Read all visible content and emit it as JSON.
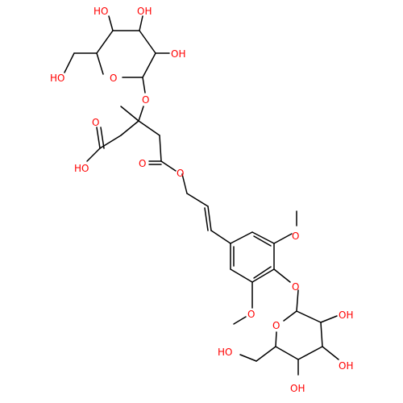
{
  "molecule": {
    "bond_color": "#000000",
    "heteroatom_color": "#ff0000",
    "labels": {
      "top_oh_1": "HO",
      "top_oh_2": "OH",
      "top_oh_3": "OH",
      "top_ring_o": "O",
      "top_hoch2": "HO",
      "glycosidic_o_top": "O",
      "acid_carbonyl_o": "O",
      "acid_ho": "HO",
      "ester_carbonyl_o": "O",
      "ester_o": "O",
      "methoxy_o_upper": "O",
      "aryl_glycosidic_o": "O",
      "methoxy_o_lower": "O",
      "bottom_ring_o": "O",
      "bottom_oh_1": "OH",
      "bottom_oh_2": "OH",
      "bottom_oh_3": "OH",
      "bottom_hoch2": "HO"
    }
  }
}
